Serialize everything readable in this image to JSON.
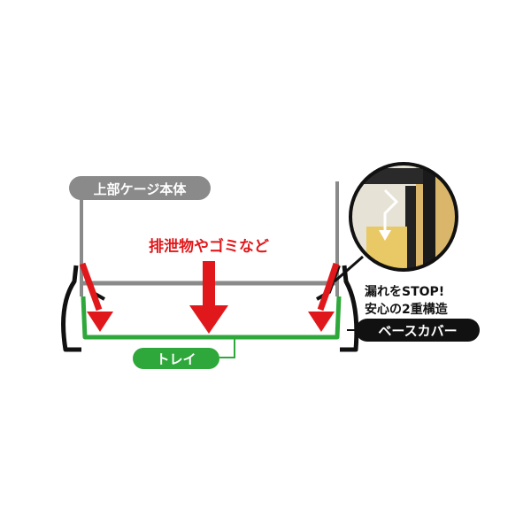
{
  "labels": {
    "upper_cage": "上部ケージ本体",
    "waste": "排泄物やゴミなど",
    "tray": "トレイ",
    "base_cover": "ベースカバー",
    "feature_line1": "漏れをSTOP!",
    "feature_line2": "安心の2重構造"
  },
  "colors": {
    "cage_gray": "#8a8a8a",
    "arrow_red": "#e0181b",
    "tray_green": "#2ea83a",
    "base_black": "#111111",
    "inset_bg": "#d9b66a",
    "white_arrow": "#ffffff"
  }
}
